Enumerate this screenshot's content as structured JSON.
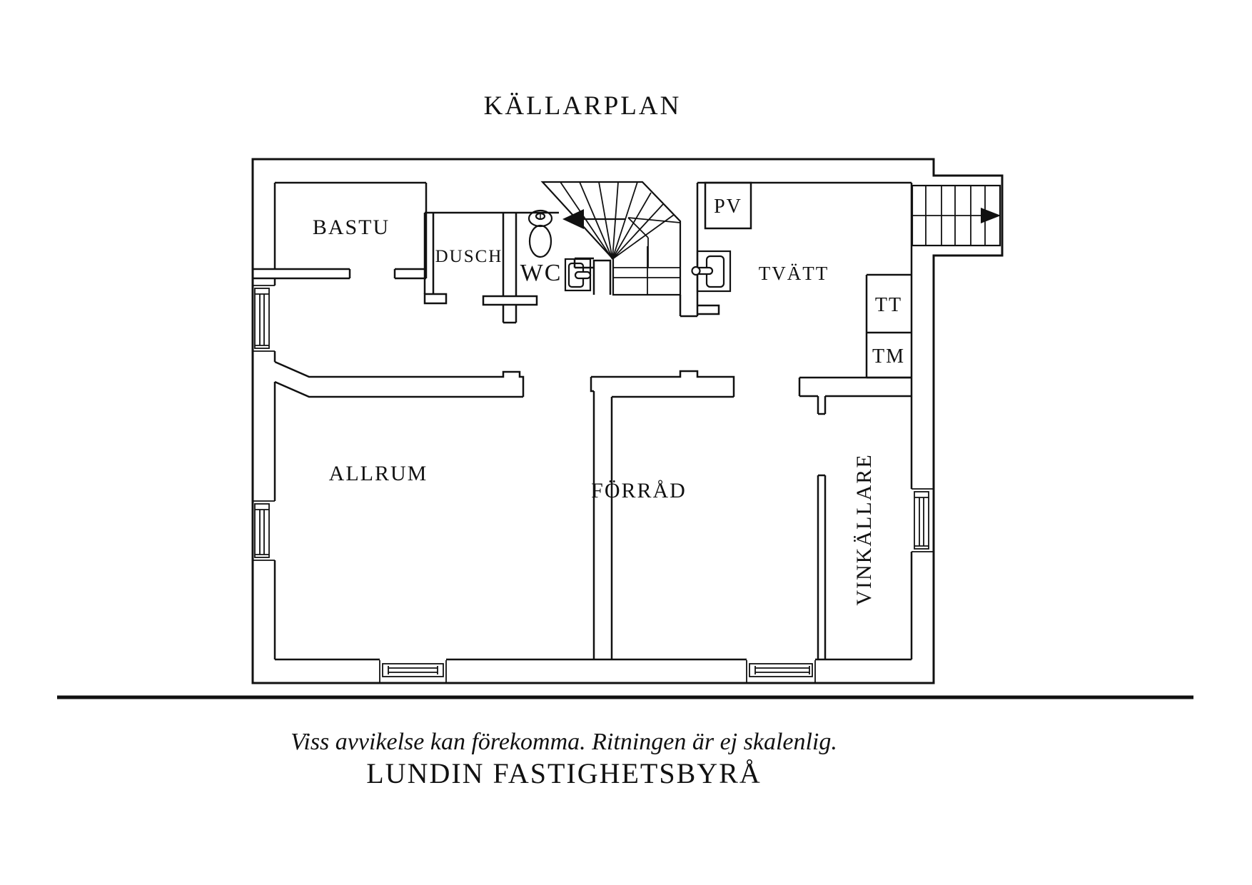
{
  "title": "KÄLLARPLAN",
  "rooms": {
    "bastu": "BASTU",
    "dusch": "DUSCH",
    "wc": "WC",
    "pv": "PV",
    "tvatt": "TVÄTT",
    "tt": "TT",
    "tm": "TM",
    "allrum": "ALLRUM",
    "forrad": "FÖRRÅD",
    "vinkallare": "VINKÄLLARE"
  },
  "footer": {
    "disclaimer": "Viss avvikelse kan förekomma. Ritningen är ej skalenlig.",
    "company": "LUNDIN FASTIGHETSBYRÅ"
  },
  "colors": {
    "ink": "#111111",
    "background": "#ffffff"
  }
}
